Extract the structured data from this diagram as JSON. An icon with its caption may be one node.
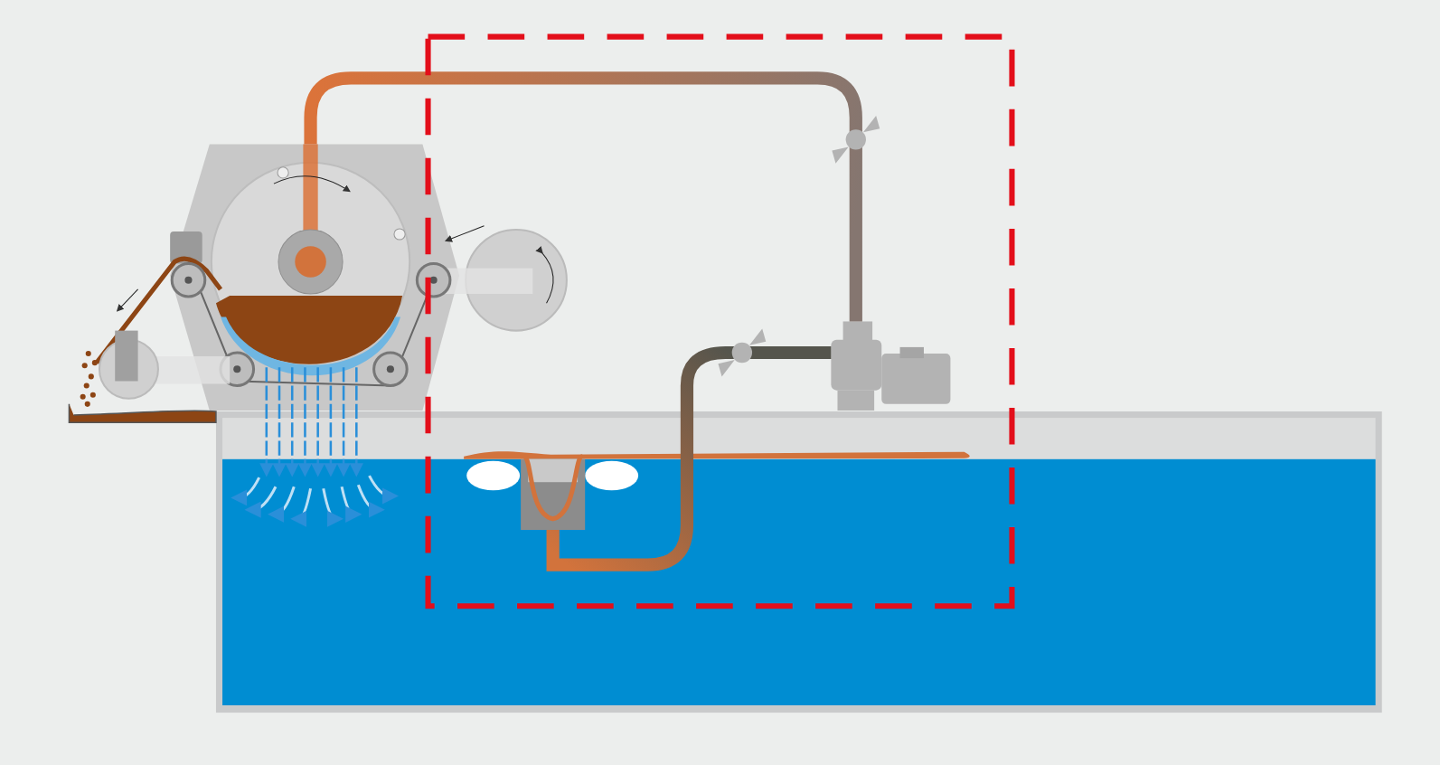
{
  "diagram": {
    "nodes": [
      {
        "text": [],
        "shape": "box"
      },
      {
        "text": [],
        "shape": "picture"
      },
      {
        "text": [],
        "shape": "picture"
      },
      {
        "text": [],
        "shape": "picture",
        "in": 0
      }
    ],
    "edges": [
      {
        "from": 3,
        "to": 2,
        "arrow": "none",
        "style": "thick"
      },
      {
        "from": 2,
        "to": 1,
        "arrow": "none",
        "style": "thick"
      }
    ]
  }
}
